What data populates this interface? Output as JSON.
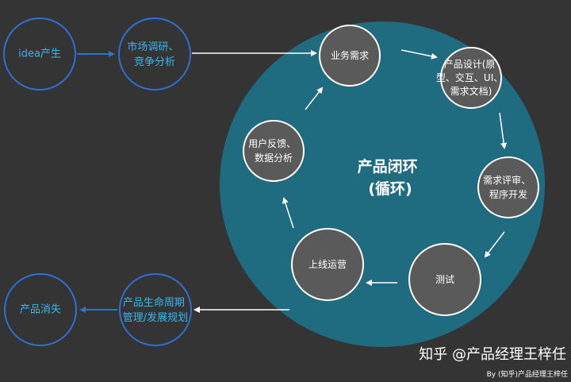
{
  "stage_nodes": {
    "idea": "idea产生",
    "research": [
      "市场调研、",
      "竞争分析"
    ],
    "lifecycle": [
      "产品生命周期",
      "管理/发展规划"
    ],
    "end": "产品消失"
  },
  "loop": {
    "title": [
      "产品闭环",
      "(循环)"
    ],
    "nodes": {
      "requirements": [
        "业务需求"
      ],
      "design": [
        "产品设计(原",
        "型、交互、UI、",
        "需求文档)"
      ],
      "review": [
        "需求评审、",
        "程序开发"
      ],
      "testing": [
        "测试"
      ],
      "operations": [
        "上线运营"
      ],
      "feedback": [
        "用户反馈、",
        "数据分析"
      ]
    }
  },
  "watermark": {
    "main": "知乎 @产品经理王梓任",
    "sub": "By (知乎)产品经理王梓任"
  },
  "colors": {
    "background": "#343434",
    "big_circle": "#1f6b80",
    "outline_blue": "#2f6fd6",
    "label_blue": "#35b7f1",
    "loop_node": "#5a5a5a"
  }
}
